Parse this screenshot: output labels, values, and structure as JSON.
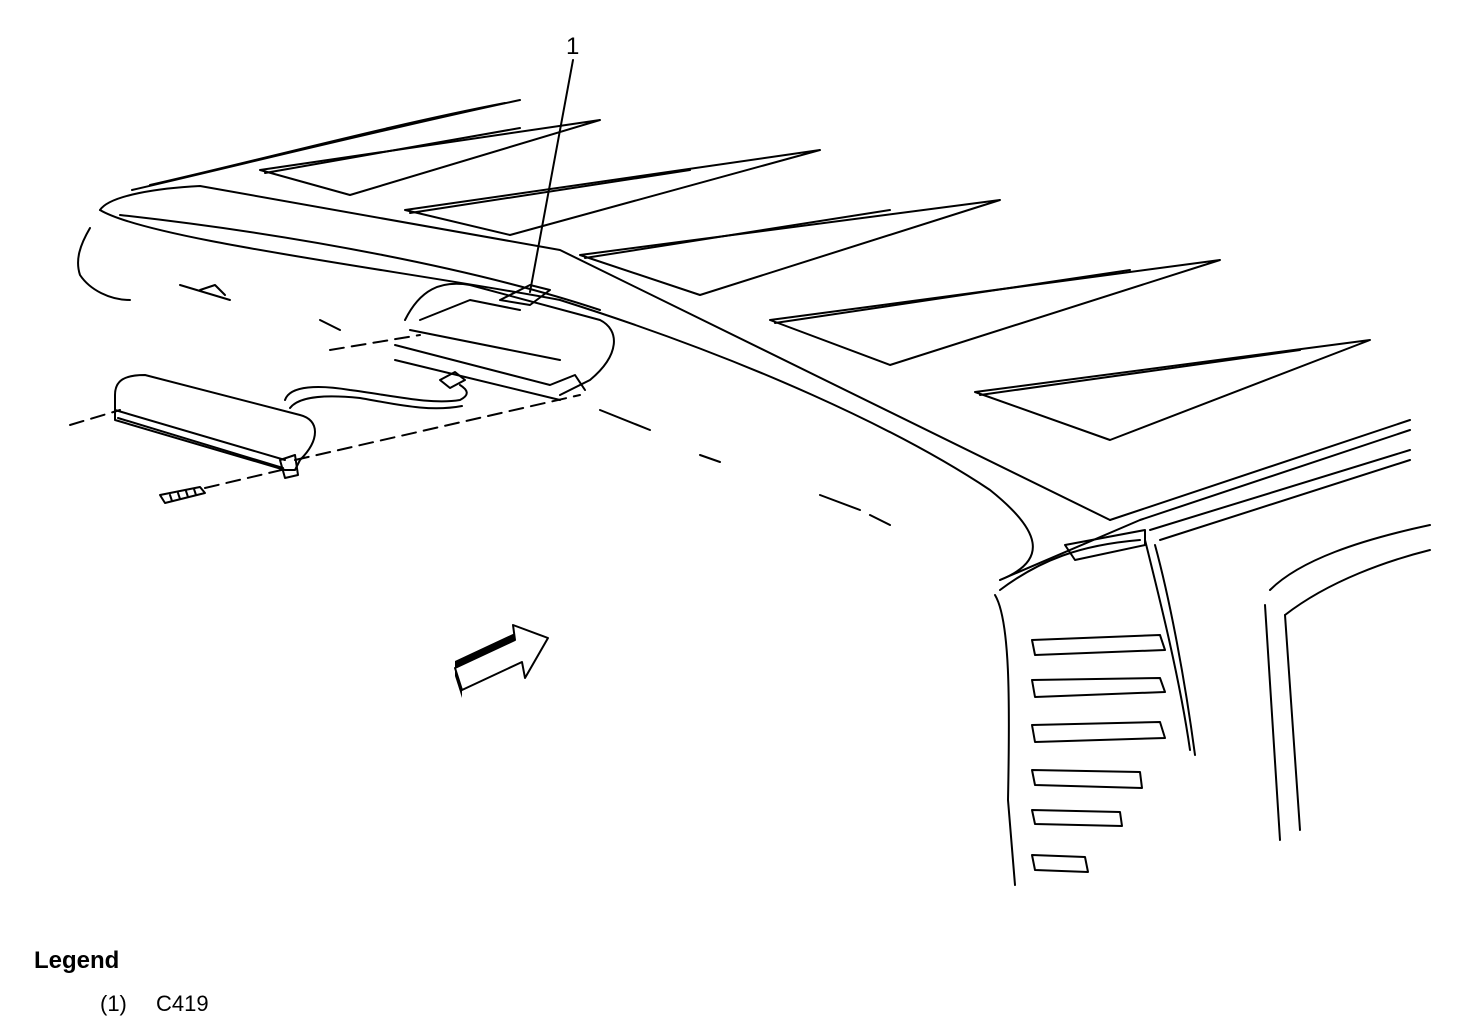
{
  "diagram": {
    "callouts": [
      {
        "id": "1",
        "label": "1"
      }
    ]
  },
  "legend": {
    "title": "Legend",
    "items": [
      {
        "number": "(1)",
        "text": "C419"
      }
    ]
  }
}
